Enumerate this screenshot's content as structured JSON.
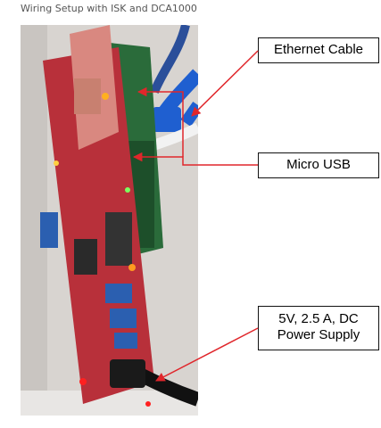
{
  "caption": "Wiring Setup with ISK and DCA1000",
  "callouts": {
    "ethernet": "Ethernet Cable",
    "micro_usb": "Micro USB",
    "power_line1": "5V, 2.5 A, DC",
    "power_line2": "Power Supply"
  },
  "colors": {
    "arrow": "#e0262b",
    "board_pcb": "#b8303a",
    "cable_blue": "#2b5fb0"
  }
}
